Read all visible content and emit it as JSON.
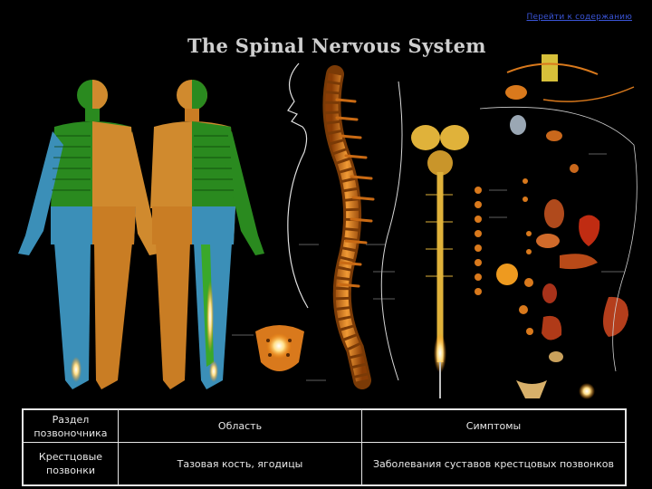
{
  "slide": {
    "back_link": "Перейти к содержанию",
    "poster_title": "The Spinal Nervous System"
  },
  "table": {
    "headers": [
      "Раздел позвоночника",
      "Область",
      "Симптомы"
    ],
    "rows": [
      [
        "Крестцовые позвонки",
        "Тазовая кость, ягодицы",
        "Заболевания суставов крестцовых позвонков"
      ]
    ]
  },
  "colors": {
    "background": "#000000",
    "link": "#3a55d8",
    "dermatome_green": "#2a8a1f",
    "dermatome_blue": "#3b8fb8",
    "bone_orange": "#d9791c",
    "nerve_yellow": "#e0b23a",
    "table_border": "#e6e6e6"
  }
}
